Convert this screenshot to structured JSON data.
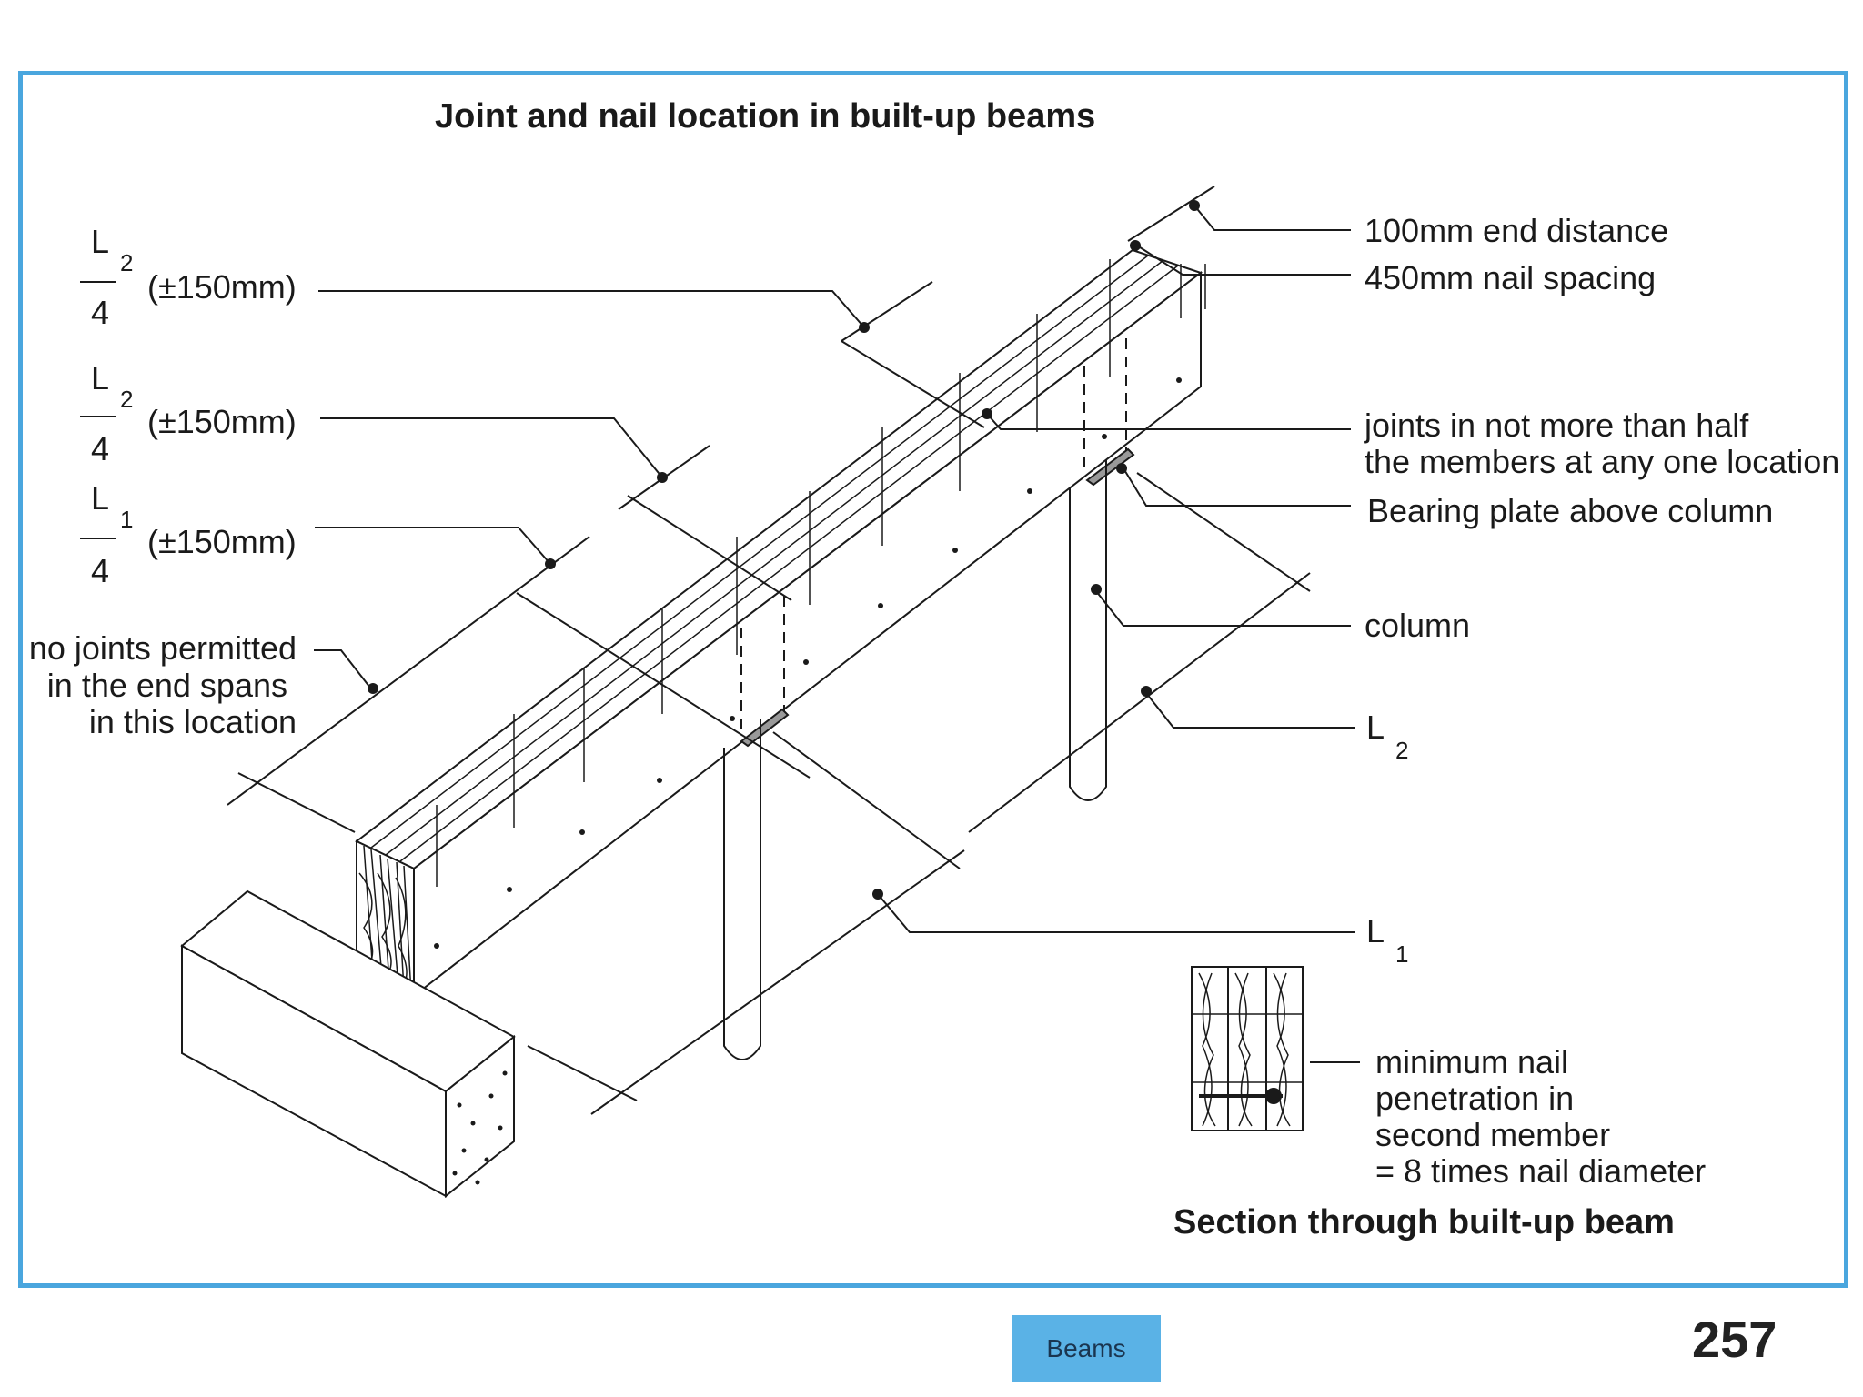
{
  "title": "Joint and nail location in built-up beams",
  "left_labels": {
    "l2_top": {
      "numerator": "L",
      "sub": "2",
      "denominator": "4",
      "tolerance": "(±150mm)"
    },
    "l2_mid": {
      "numerator": "L",
      "sub": "2",
      "denominator": "4",
      "tolerance": "(±150mm)"
    },
    "l1": {
      "numerator": "L",
      "sub": "1",
      "denominator": "4",
      "tolerance": "(±150mm)"
    },
    "no_joints": [
      "no joints permitted",
      "in the end spans",
      "in this location"
    ]
  },
  "right_labels": {
    "end_distance": "100mm end distance",
    "nail_spacing": "450mm nail spacing",
    "joints_half": [
      "joints in not more than half",
      "the members at any one location"
    ],
    "bearing_plate": "Bearing plate above column",
    "column": "column",
    "l2": {
      "letter": "L",
      "sub": "2"
    },
    "l1": {
      "letter": "L",
      "sub": "1"
    }
  },
  "section": {
    "note": [
      "minimum nail",
      "penetration in",
      "second member",
      "= 8 times nail diameter"
    ],
    "caption": "Section through built-up beam"
  },
  "footer": {
    "tab": "Beams",
    "page_number": "257"
  }
}
